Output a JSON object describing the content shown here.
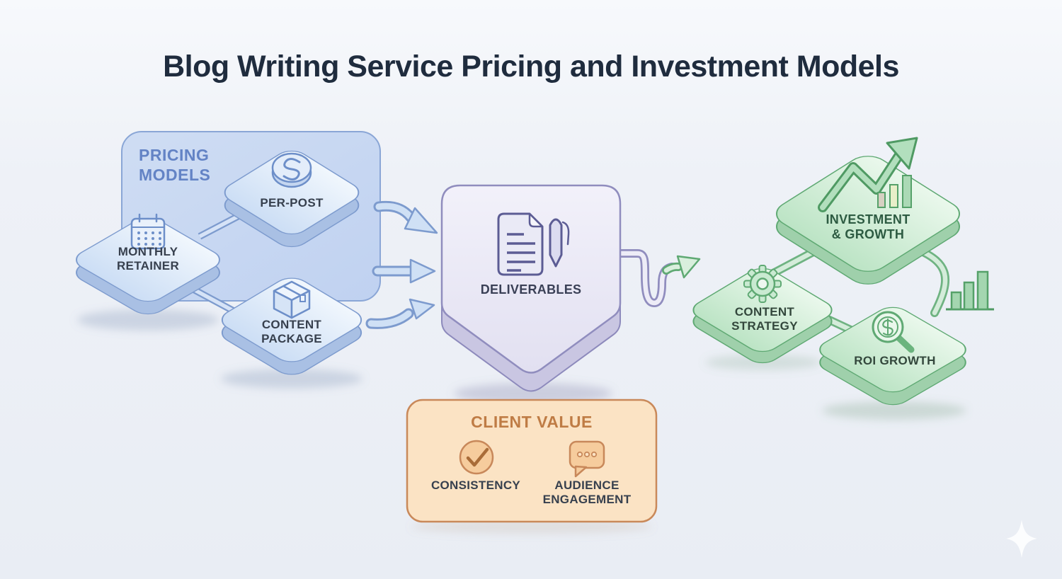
{
  "title": "Blog Writing Service Pricing and Investment Models",
  "pricing_section": {
    "label": "PRICING MODELS",
    "nodes": [
      {
        "label": "PER-POST",
        "icon": "dollar-coin-icon"
      },
      {
        "label": "MONTHLY RETAINER",
        "icon": "calendar-icon"
      },
      {
        "label": "CONTENT PACKAGE",
        "icon": "package-box-icon"
      }
    ]
  },
  "deliverables_node": {
    "label": "DELIVERABLES",
    "icon": "document-pen-icon"
  },
  "growth_section": {
    "nodes": [
      {
        "label": "INVESTMENT & GROWTH",
        "icon": "growth-arrow-chart-icon"
      },
      {
        "label": "CONTENT STRATEGY",
        "icon": "gear-icon"
      },
      {
        "label": "ROI GROWTH",
        "icon": "dollar-magnifier-icon"
      }
    ],
    "extra_icon": "bar-chart-icon"
  },
  "client_value_section": {
    "label": "CLIENT VALUE",
    "items": [
      {
        "label": "CONSISTENCY",
        "icon": "check-circle-icon"
      },
      {
        "label": "AUDIENCE ENGAGEMENT",
        "icon": "chat-bubble-icon"
      }
    ]
  },
  "colors": {
    "background": "#eef1f7",
    "title_text": "#1f2c3e",
    "blue_fill": "#cfe0f5",
    "blue_border": "#7d9bce",
    "blue_section_label": "#6383c5",
    "purple_fill": "#ecebf7",
    "purple_border": "#908dbe",
    "green_fill": "#cdebd4",
    "green_border": "#5fa973",
    "green_label": "#2d5b42",
    "orange_fill": "#fbe3c4",
    "orange_border": "#c9895a",
    "orange_label": "#bf7c45",
    "node_label": "#37404e"
  }
}
